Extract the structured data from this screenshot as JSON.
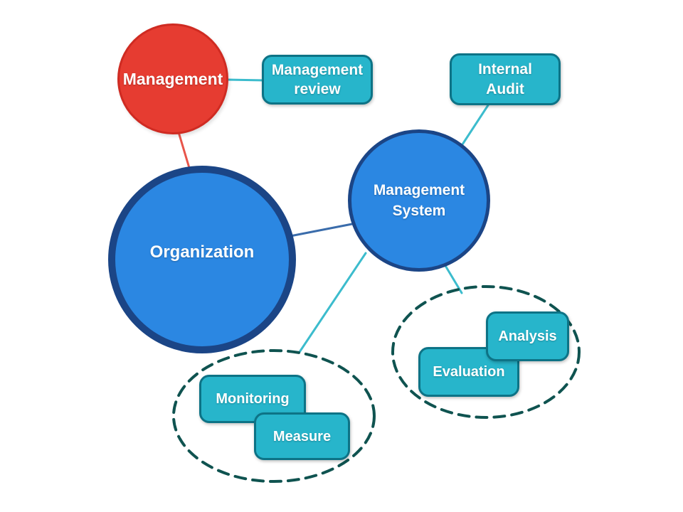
{
  "colors": {
    "background": "#ffffff",
    "red_fill": "#e63c31",
    "red_border": "#cf2b22",
    "blue_fill": "#2b87e2",
    "blue_border": "#1b4586",
    "teal_fill": "#27b5cb",
    "teal_border": "#0d7386",
    "cyan_line": "#3cbccd",
    "red_line": "#e8554a",
    "blue_line": "#3a6cab",
    "dash_stroke": "#0f5350",
    "label_text": "#ffffff"
  },
  "nodes": {
    "management": {
      "label": "Management"
    },
    "organization": {
      "label": "Organization"
    },
    "management_system": {
      "line1": "Management",
      "line2": "System"
    }
  },
  "boxes": {
    "management_review": {
      "line1": "Management",
      "line2": "review"
    },
    "internal_audit": {
      "line1": "Internal",
      "line2": "Audit"
    },
    "monitoring": {
      "label": "Monitoring"
    },
    "measure": {
      "label": "Measure"
    },
    "analysis": {
      "label": "Analysis"
    },
    "evaluation": {
      "label": "Evaluation"
    }
  }
}
